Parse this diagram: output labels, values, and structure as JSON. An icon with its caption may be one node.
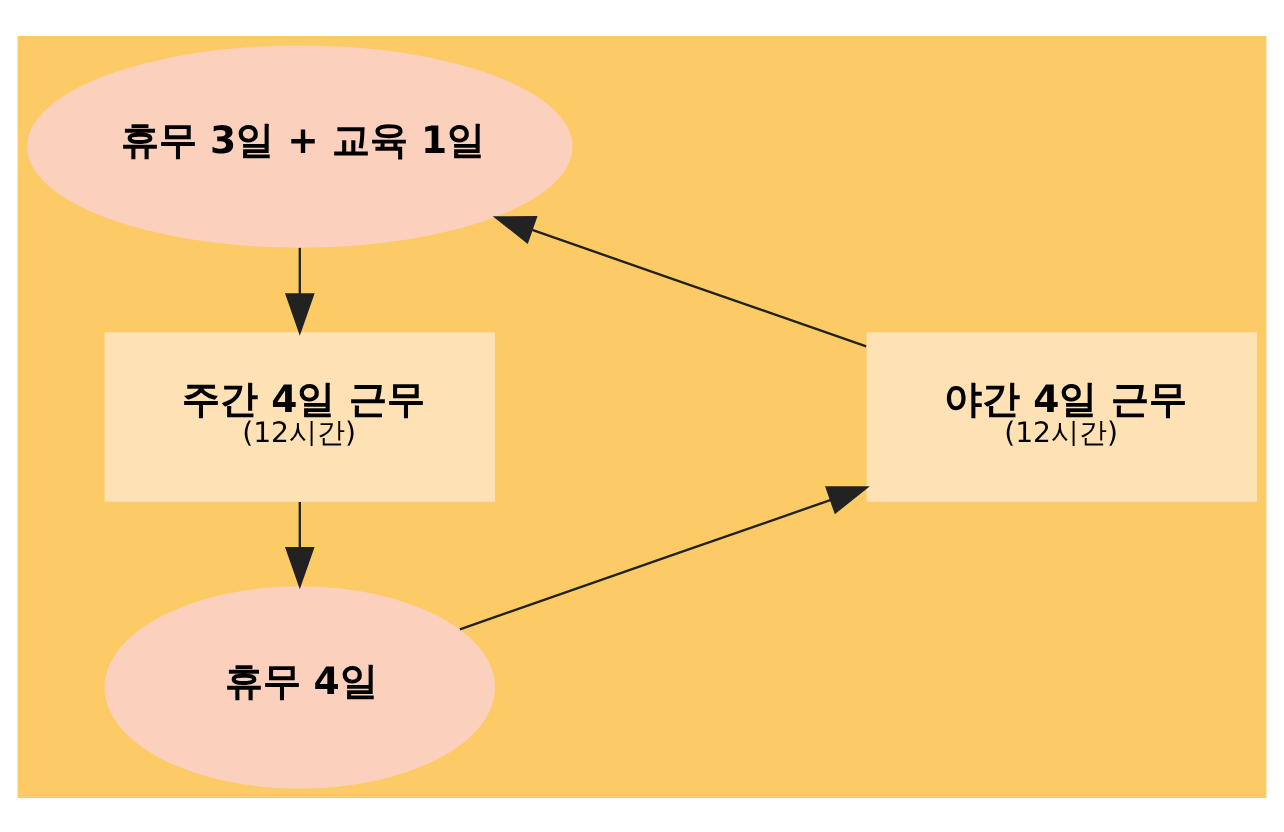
{
  "diagram": {
    "nodes": [
      {
        "text": [
          "휴무 3일 + 교육 1일"
        ]
      },
      {
        "text": [
          "주간 4일 근무",
          "(12시간)"
        ]
      },
      {
        "text": [
          "야간 4일 근무",
          "(12시간)"
        ]
      },
      {
        "text": [
          "휴무 4일"
        ]
      }
    ],
    "edges": [
      {
        "from": 0,
        "to": 1,
        "arrow": "to"
      },
      {
        "from": 1,
        "to": 3,
        "arrow": "to"
      },
      {
        "from": 3,
        "to": 2,
        "arrow": "to"
      },
      {
        "from": 2,
        "to": 0,
        "arrow": "to"
      }
    ]
  }
}
